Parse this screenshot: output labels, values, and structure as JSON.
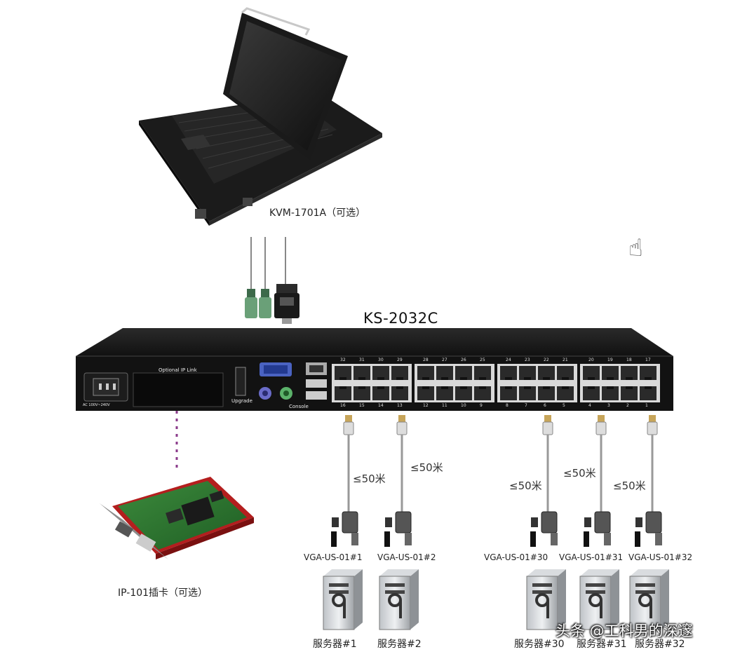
{
  "kvm_console": {
    "label": "KVM-1701A（可选）"
  },
  "switch": {
    "model": "KS-2032C",
    "panel_labels": {
      "ip_link": "Optional IP Link",
      "upgrade": "Upgrade",
      "console": "Console",
      "power": "AC 100V~240V"
    },
    "ports_top": [
      [
        "32",
        "31",
        "30",
        "29"
      ],
      [
        "28",
        "27",
        "26",
        "25"
      ],
      [
        "24",
        "23",
        "22",
        "21"
      ],
      [
        "20",
        "19",
        "18",
        "17"
      ]
    ],
    "ports_bottom": [
      [
        "16",
        "15",
        "14",
        "13"
      ],
      [
        "12",
        "11",
        "10",
        "9"
      ],
      [
        "8",
        "7",
        "6",
        "5"
      ],
      [
        "4",
        "3",
        "2",
        "1"
      ]
    ]
  },
  "ip_card": {
    "label": "IP-101插卡（可选）"
  },
  "cable_length": "≤50米",
  "servers": [
    {
      "adapter": "VGA-US-01#1",
      "name": "服务器#1"
    },
    {
      "adapter": "VGA-US-01#2",
      "name": "服务器#2"
    },
    {
      "adapter": "VGA-US-01#30",
      "name": "服务器#30"
    },
    {
      "adapter": "VGA-US-01#31",
      "name": "服务器#31"
    },
    {
      "adapter": "VGA-US-01#32",
      "name": "服务器#32"
    }
  ],
  "watermark": "头条 @工科男的深邃",
  "icons": {
    "cursor": "hand-pointer-icon"
  }
}
